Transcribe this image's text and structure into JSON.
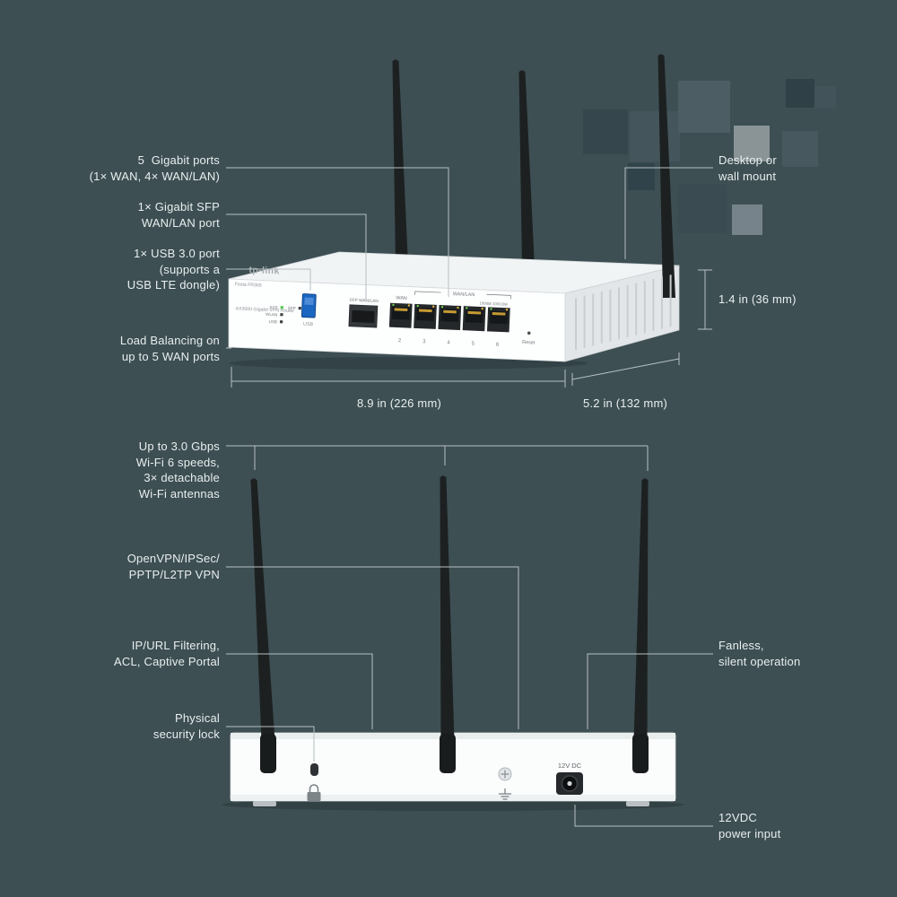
{
  "palette": {
    "background": "#3d4f53",
    "label_text": "#e9eeef",
    "callout_line": "#b6bfc1",
    "router_body": "#ffffff",
    "antenna": "#1d2021",
    "usb_port_blue": "#1a66c0"
  },
  "callouts": {
    "gigabit_ports": "5  Gigabit ports\n(1× WAN, 4× WAN/LAN)",
    "sfp": "1× Gigabit SFP\nWAN/LAN port",
    "usb": "1× USB 3.0 port\n(supports a\nUSB LTE dongle)",
    "load_balancing": "Load Balancing on\nup to 5 WAN ports",
    "mount": "Desktop or\nwall mount",
    "dim_height": "1.4 in (36 mm)",
    "dim_width": "8.9 in (226 mm)",
    "dim_depth": "5.2 in (132 mm)",
    "wifi": "Up to 3.0 Gbps\nWi-Fi 6 speeds,\n3× detachable\nWi-Fi antennas",
    "vpn": "OpenVPN/IPSec/\nPPTP/L2TP VPN",
    "filtering": "IP/URL Filtering,\nACL, Captive Portal",
    "security_lock": "Physical\nsecurity lock",
    "fanless": "Fanless,\nsilent operation",
    "power": "12VDC\npower input"
  },
  "device": {
    "brand": "tp-link",
    "model": "Festa FR365",
    "product_name": "AX3000 Gigabit VPN Router",
    "led_labels": [
      "SYS",
      "WLAN",
      "USB",
      "SFP"
    ],
    "usb_port_label": "USB",
    "sfp_port_label": "SFP WAN/LAN",
    "wan_label": "WAN",
    "wan_lan_label": "WAN/LAN",
    "speed_led_label": "1000M 100/10M",
    "port_numbers": [
      "2",
      "3",
      "4",
      "5",
      "6"
    ],
    "reset_label": "Reset",
    "power_port_label": "12V DC"
  }
}
